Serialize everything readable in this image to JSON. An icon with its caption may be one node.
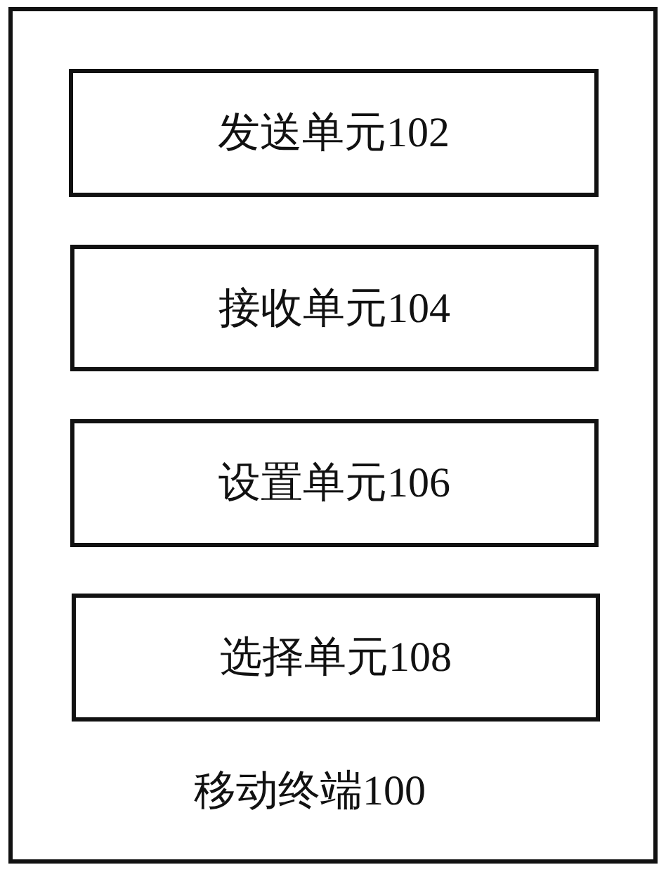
{
  "diagram": {
    "nodes": [
      {
        "text": [
          "移动终端100"
        ]
      },
      {
        "text": [
          "发送单元102"
        ],
        "in": 0
      },
      {
        "text": [
          "接收单元104"
        ],
        "in": 0
      },
      {
        "text": [
          "设置单元106"
        ],
        "in": 0
      },
      {
        "text": [
          "选择单元108"
        ],
        "in": 0
      }
    ]
  }
}
